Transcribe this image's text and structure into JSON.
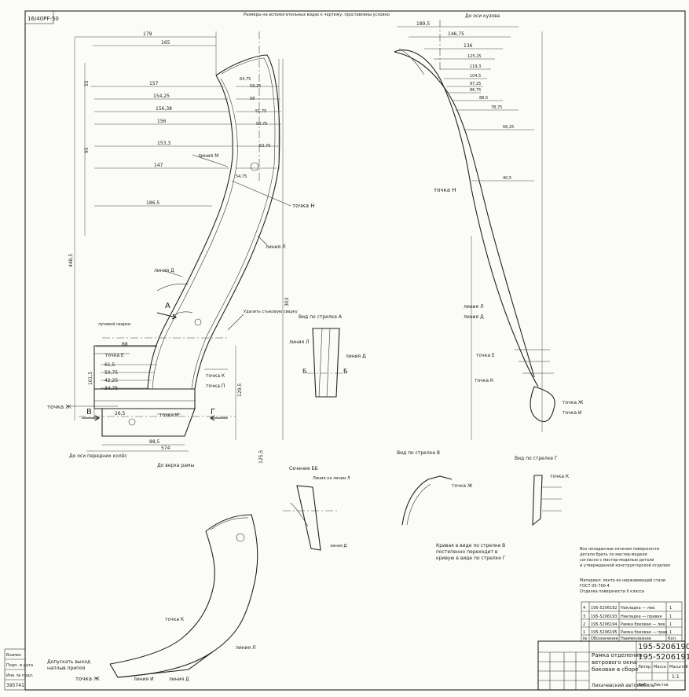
{
  "drawing_code_rotated": "16/40РF-50",
  "doc_number_main": "195-5206190",
  "doc_number_alt": "195-5206191",
  "part_title": [
    "Рамка отделения",
    "ветрового окна",
    "боковая в сборе"
  ],
  "labels": {
    "tochka_N": "точка Н",
    "tochka_N2": "точка Н",
    "liniya_M": "линия М",
    "liniya_L": "линия Л",
    "liniya_D": "линия Д",
    "tochka_E": "точка Е",
    "tochka_E2": "точка Е",
    "tochka_Zh": "точка Ж",
    "tochka_Zh2": "точка Ж",
    "tochka_I": "точка И",
    "tochka_I2": "точка И",
    "tochka_K": "точка К",
    "tochka_K2": "точка К",
    "tochka_K3": "точка К",
    "tochka_P": "точка П",
    "liniya_L2": "линия Л",
    "liniya_D2": "линия Д",
    "liniya_L_side": "линия Л",
    "liniya_D_side": "линия Д",
    "seam": "лучевой сварки",
    "arrow_A": "А",
    "arrow_V": "В",
    "arrow_G": "Г",
    "view_A": "Вид по стрелке А",
    "view_V": "Вид по стрелке В",
    "view_G": "Вид по стрелке Г",
    "section_BB": "Сечение ББ",
    "section_mark_B": "Б",
    "to_axis_wheels": "До оси передних колёс",
    "to_top_frame": "До верха рамы",
    "to_axis_sym": "До оси кузова",
    "remove_seam": "Удалить стыковую сварку",
    "edge_profile": "Линия на линии Л",
    "iso_label_K": "точка К",
    "iso_label_L": "линия Л",
    "iso_label_Zh": "точка Ж",
    "iso_label_I": "линия И",
    "iso_label_D": "линия Д"
  },
  "dimensions_top": [
    "179",
    "165",
    "157",
    "154,25",
    "156,38",
    "156",
    "153,3",
    "147",
    "186,5",
    "64,75",
    "59,25",
    "58",
    "51,75",
    "50,75",
    "53,75",
    "54,75"
  ],
  "dimensions_side": [
    "189,5",
    "146,75",
    "136",
    "125,25",
    "119,3",
    "104,5",
    "97,25",
    "86,75",
    "88,5",
    "78,75",
    "66,25",
    "40,5"
  ],
  "dimensions_bottom": [
    "88",
    "61,5",
    "50,75",
    "42,25",
    "34,75",
    "26,5",
    "88,5",
    "574"
  ],
  "vertical_dims": [
    "448,5",
    "303",
    "101,5",
    "129,5",
    "125,5",
    "95",
    "55"
  ],
  "notes": [
    "Кривая в виде по стрелке В",
    "постепенно переходит в",
    "кривую в виде по стрелке Г",
    "Все незаданные сечения поверхности",
    "детали брать по мастер-модели",
    "согласно с мастер-моделью детали",
    "и утвержденной конструкторской отделом"
  ],
  "spec_note": [
    "Материал: лента из нержавеющей стали",
    "ГОСТ 05-700-4",
    "Отделка поверхности II класса"
  ],
  "bottom_notes": [
    "Допускать выход",
    "наплыв припоя"
  ],
  "side_note": "Размеры на вспомогательных видах к чертежу, проставлены условно",
  "bom": [
    {
      "pos": "4",
      "code": "195-5206192",
      "name": "Накладка — лев.",
      "qty": "1"
    },
    {
      "pos": "3",
      "code": "195-5206193",
      "name": "Накладка — правая",
      "qty": "1"
    },
    {
      "pos": "2",
      "code": "195-5206194",
      "name": "Рамка боковая — лев.",
      "qty": "1"
    },
    {
      "pos": "1",
      "code": "195-5206195",
      "name": "Рамка боковая — прав.",
      "qty": "1"
    }
  ],
  "bom_header": {
    "pos": "№",
    "code": "Обозначение",
    "name": "Наименование",
    "qty": "Кол."
  },
  "title_block": {
    "scale": "1:1",
    "sheet": "Лист",
    "sheets": "Листов",
    "factory": "Лихачевский автомобиль",
    "mass_label": "Масса",
    "scale_label": "Масштаб",
    "lit_label": "Литер."
  },
  "left_stamp": [
    "Взамен",
    "Подп. и дата",
    "Инв. № подл.",
    "395741"
  ]
}
